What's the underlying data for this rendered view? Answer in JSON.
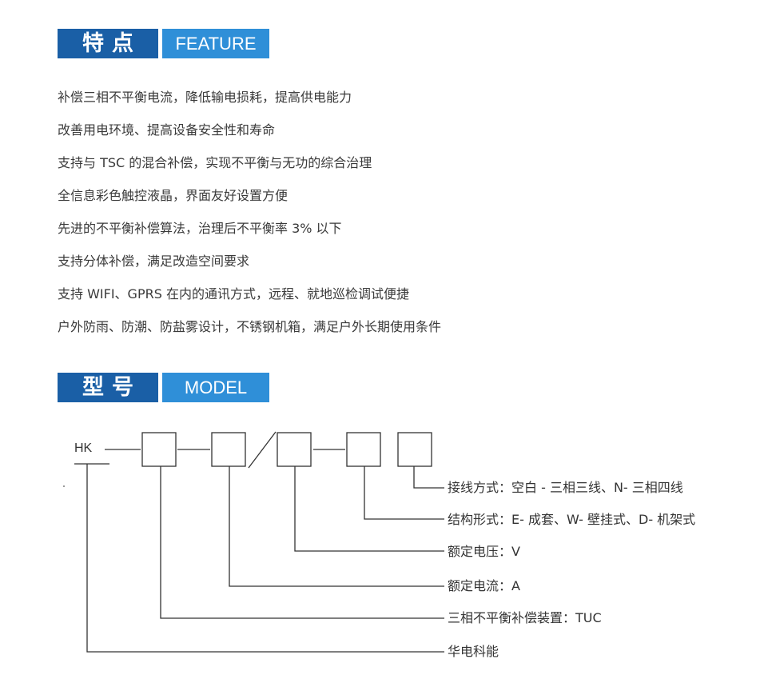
{
  "feature_section": {
    "title_cn": "特点",
    "title_en": "FEATURE",
    "items": [
      "补偿三相不平衡电流，降低输电损耗，提高供电能力",
      "改善用电环境、提高设备安全性和寿命",
      "支持与 TSC 的混合补偿，实现不平衡与无功的综合治理",
      "全信息彩色触控液晶，界面友好设置方便",
      "先进的不平衡补偿算法，治理后不平衡率 3% 以下",
      "支持分体补偿，满足改造空间要求",
      "支持 WIFI、GPRS 在内的通讯方式，远程、就地巡检调试便捷",
      "户外防雨、防潮、防盐雾设计，不锈钢机箱，满足户外长期使用条件"
    ]
  },
  "model_section": {
    "title_cn": "型号",
    "title_en": "MODEL",
    "prefix": "HK",
    "labels": [
      "接线方式：空白 - 三相三线、N- 三相四线",
      "结构形式：E- 成套、W- 壁挂式、D- 机架式",
      "额定电压：V",
      "额定电流：A",
      "三相不平衡补偿装置：TUC",
      "华电科能"
    ]
  }
}
